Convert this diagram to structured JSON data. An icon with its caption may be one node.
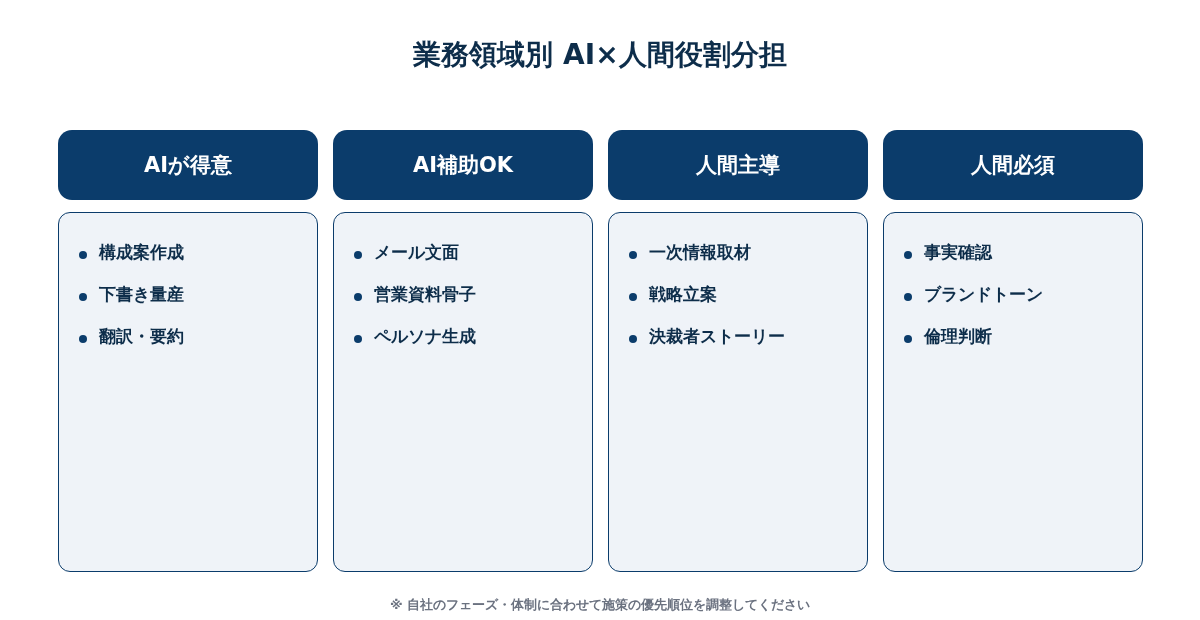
{
  "diagram": {
    "title": "業務領域別 AI×人間役割分担",
    "nodes": [
      {
        "text": [
          "AIが得意"
        ]
      },
      {
        "text": [
          "AI補助OK"
        ]
      },
      {
        "text": [
          "人間主導"
        ]
      },
      {
        "text": [
          "人間必須"
        ]
      },
      {
        "text": [
          "構成案作成",
          "下書き量産",
          "翻訳・要約"
        ]
      },
      {
        "text": [
          "メール文面",
          "営業資料骨子",
          "ペルソナ生成"
        ]
      },
      {
        "text": [
          "一次情報取材",
          "戦略立案",
          "決裁者ストーリー"
        ]
      },
      {
        "text": [
          "事実確認",
          "ブランドトーン",
          "倫理判断"
        ]
      }
    ],
    "edges": [],
    "caption": "※ 自社のフェーズ・体制に合わせて施策の優先順位を調整してください"
  }
}
